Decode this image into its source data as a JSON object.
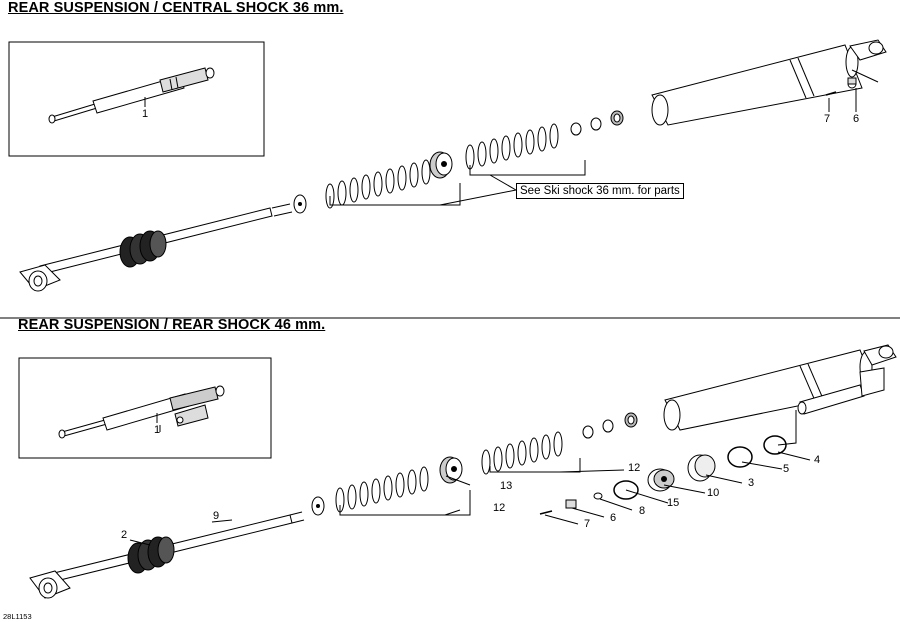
{
  "sections": {
    "central": {
      "title": "REAR SUSPENSION / CENTRAL SHOCK 36 mm.",
      "note": "See Ski shock 36 mm. for parts",
      "callouts": [
        "1",
        "7",
        "6"
      ]
    },
    "rear": {
      "title": "REAR SUSPENSION / REAR SHOCK 46 mm.",
      "callouts": [
        "1",
        "2",
        "9",
        "13",
        "12",
        "12",
        "15",
        "10",
        "3",
        "5",
        "4",
        "8",
        "6",
        "7"
      ]
    }
  },
  "drawing_code": "28L1153"
}
